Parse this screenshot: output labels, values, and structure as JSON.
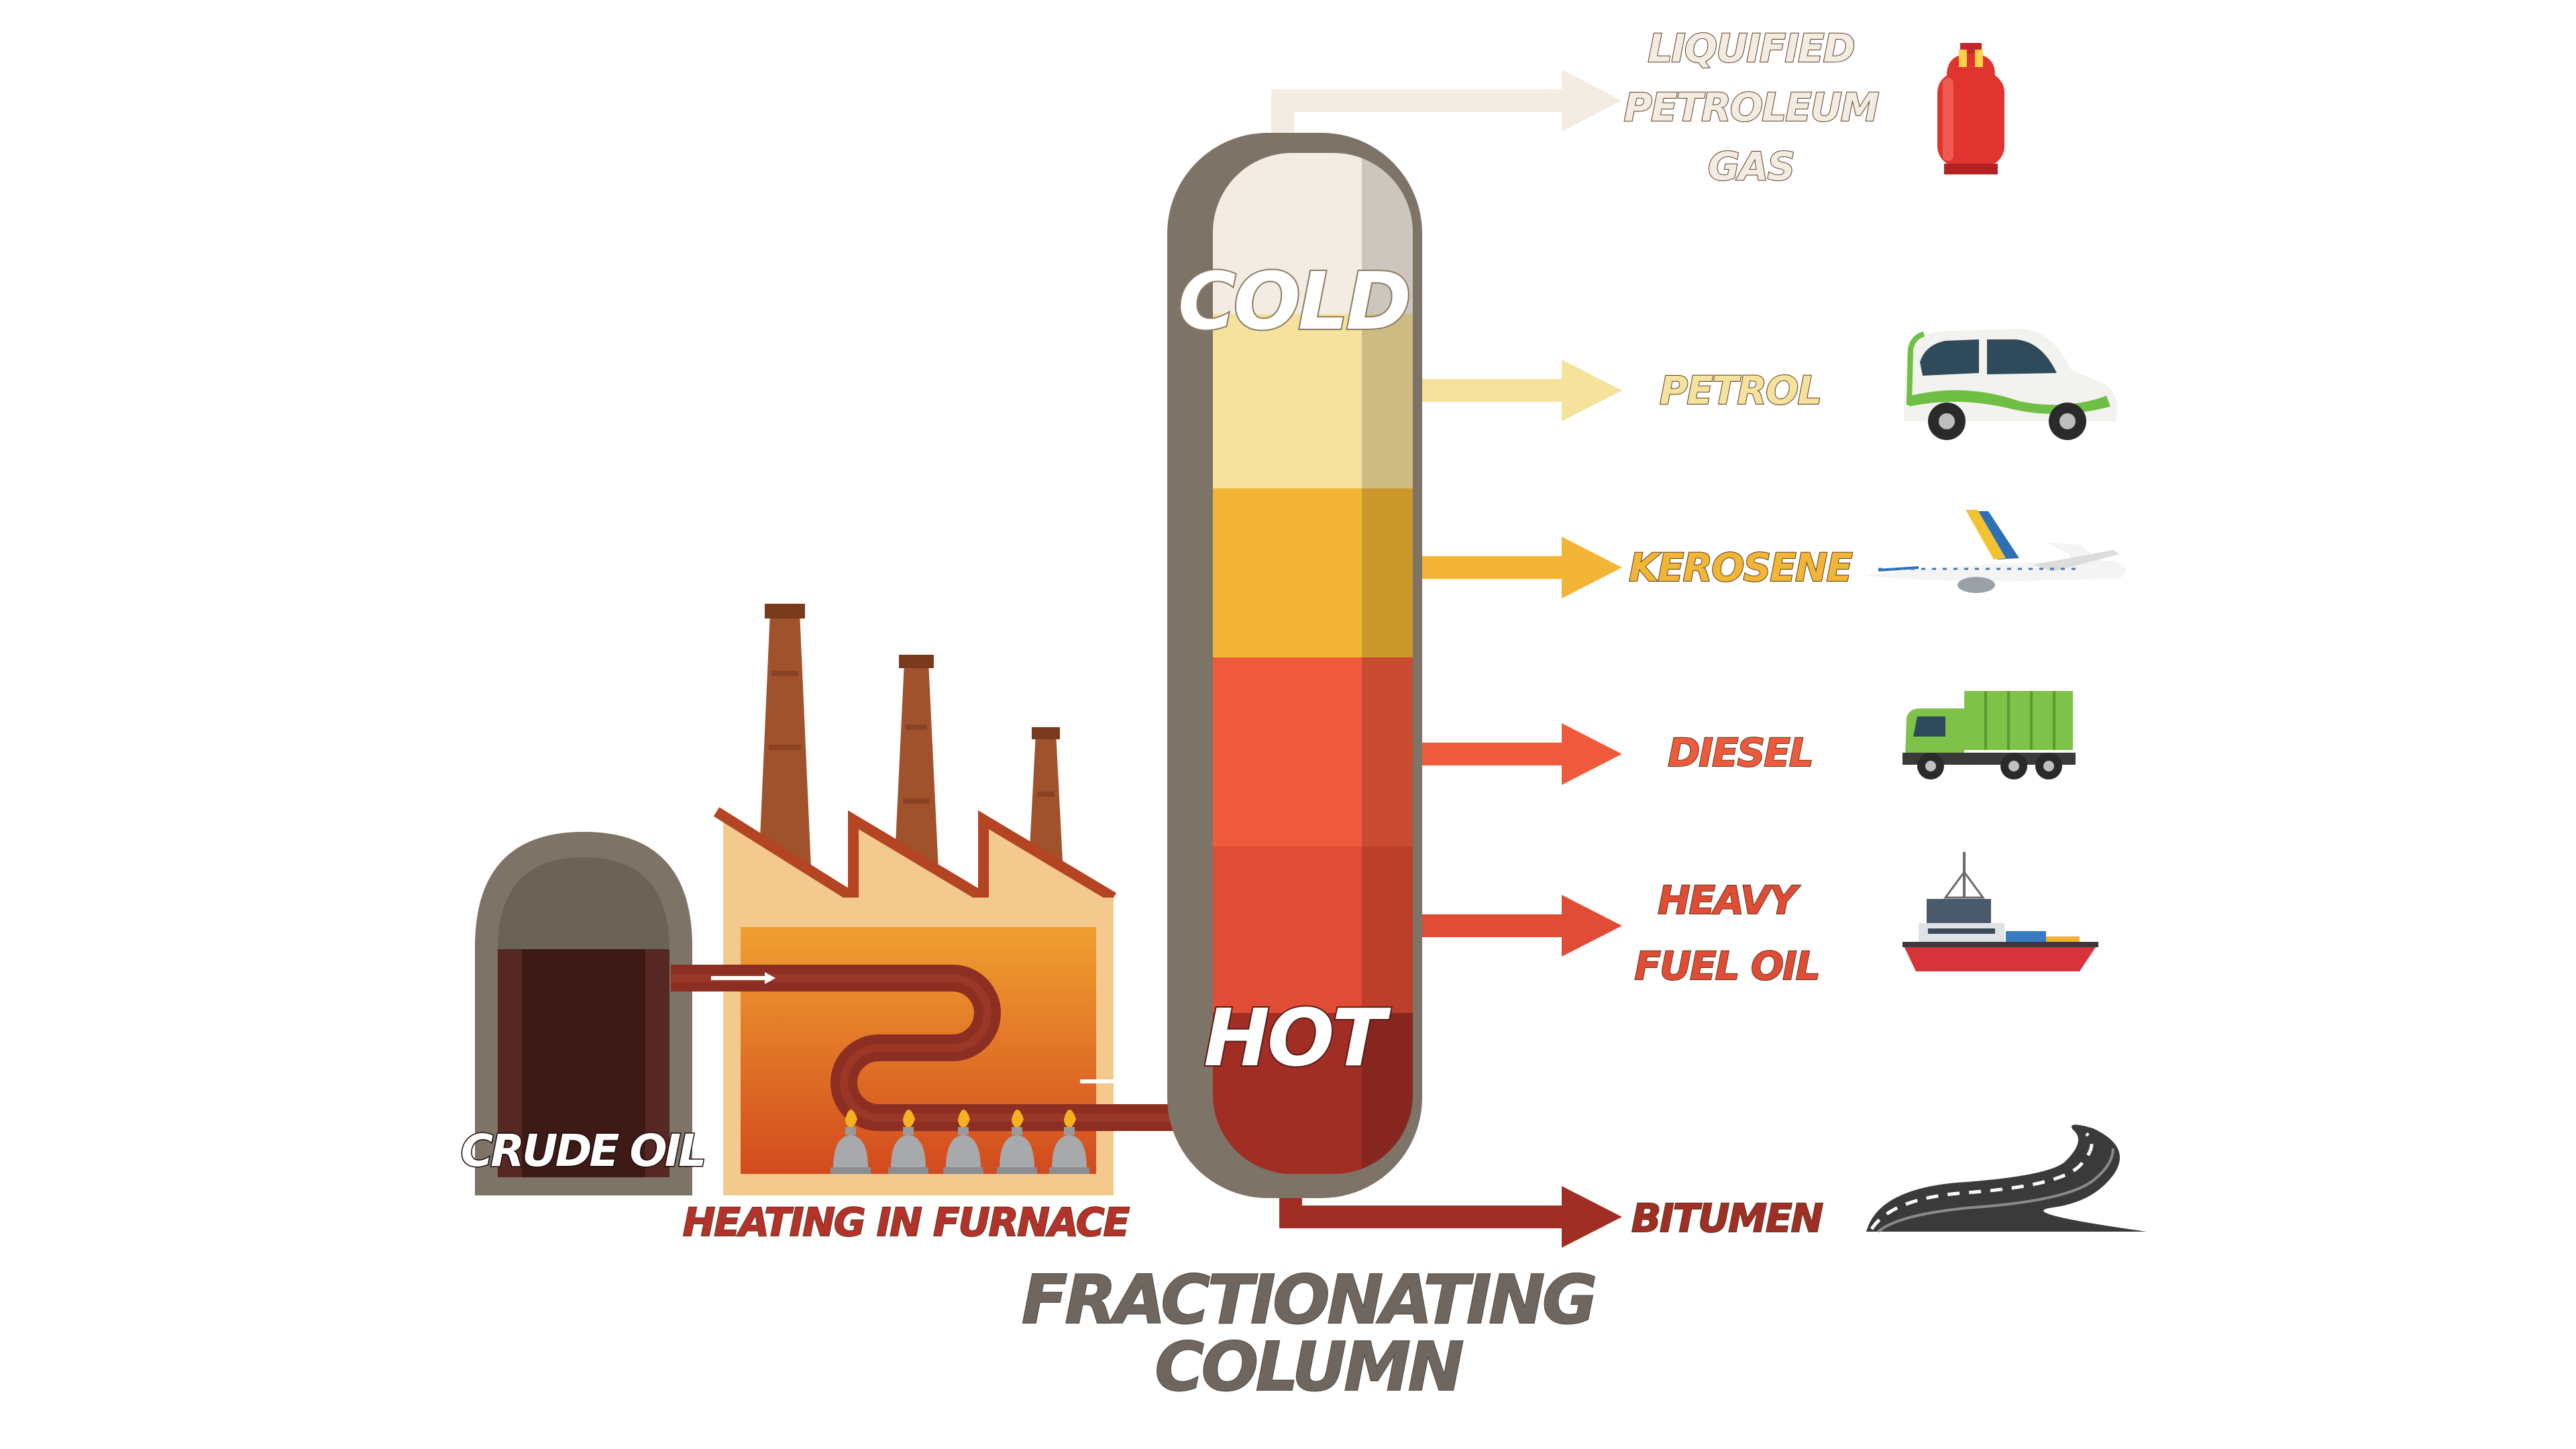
{
  "labels": {
    "crude_oil": "CRUDE OIL",
    "heating": "HEATING IN FURNACE",
    "column_line1": "FRACTIONATING",
    "column_line2": "COLUMN",
    "cold": "COLD",
    "hot": "HOT"
  },
  "fractions": [
    {
      "lines": [
        "LIQUIFIED",
        "PETROLEUM",
        "GAS"
      ],
      "color": "#f3ece2",
      "product": "gas-cylinder"
    },
    {
      "lines": [
        "PETROL"
      ],
      "color": "#f5e29c",
      "product": "car"
    },
    {
      "lines": [
        "KEROSENE"
      ],
      "color": "#f2b535",
      "product": "airplane"
    },
    {
      "lines": [
        "DIESEL"
      ],
      "color": "#f05a3c",
      "product": "truck"
    },
    {
      "lines": [
        "HEAVY",
        "FUEL OIL"
      ],
      "color": "#e04c35",
      "product": "ship"
    },
    {
      "lines": [
        "BITUMEN"
      ],
      "color": "#a02e25",
      "product": "road"
    }
  ],
  "colors": {
    "column_frame": "#7d7367",
    "crude": "#3e1a17",
    "factory": "#f3c98e",
    "chimney": "#a0522d",
    "furnace_top": "#f0a030",
    "furnace_bottom": "#d24a1e",
    "pipe": "#8c2e22",
    "title": "#6f675f"
  }
}
